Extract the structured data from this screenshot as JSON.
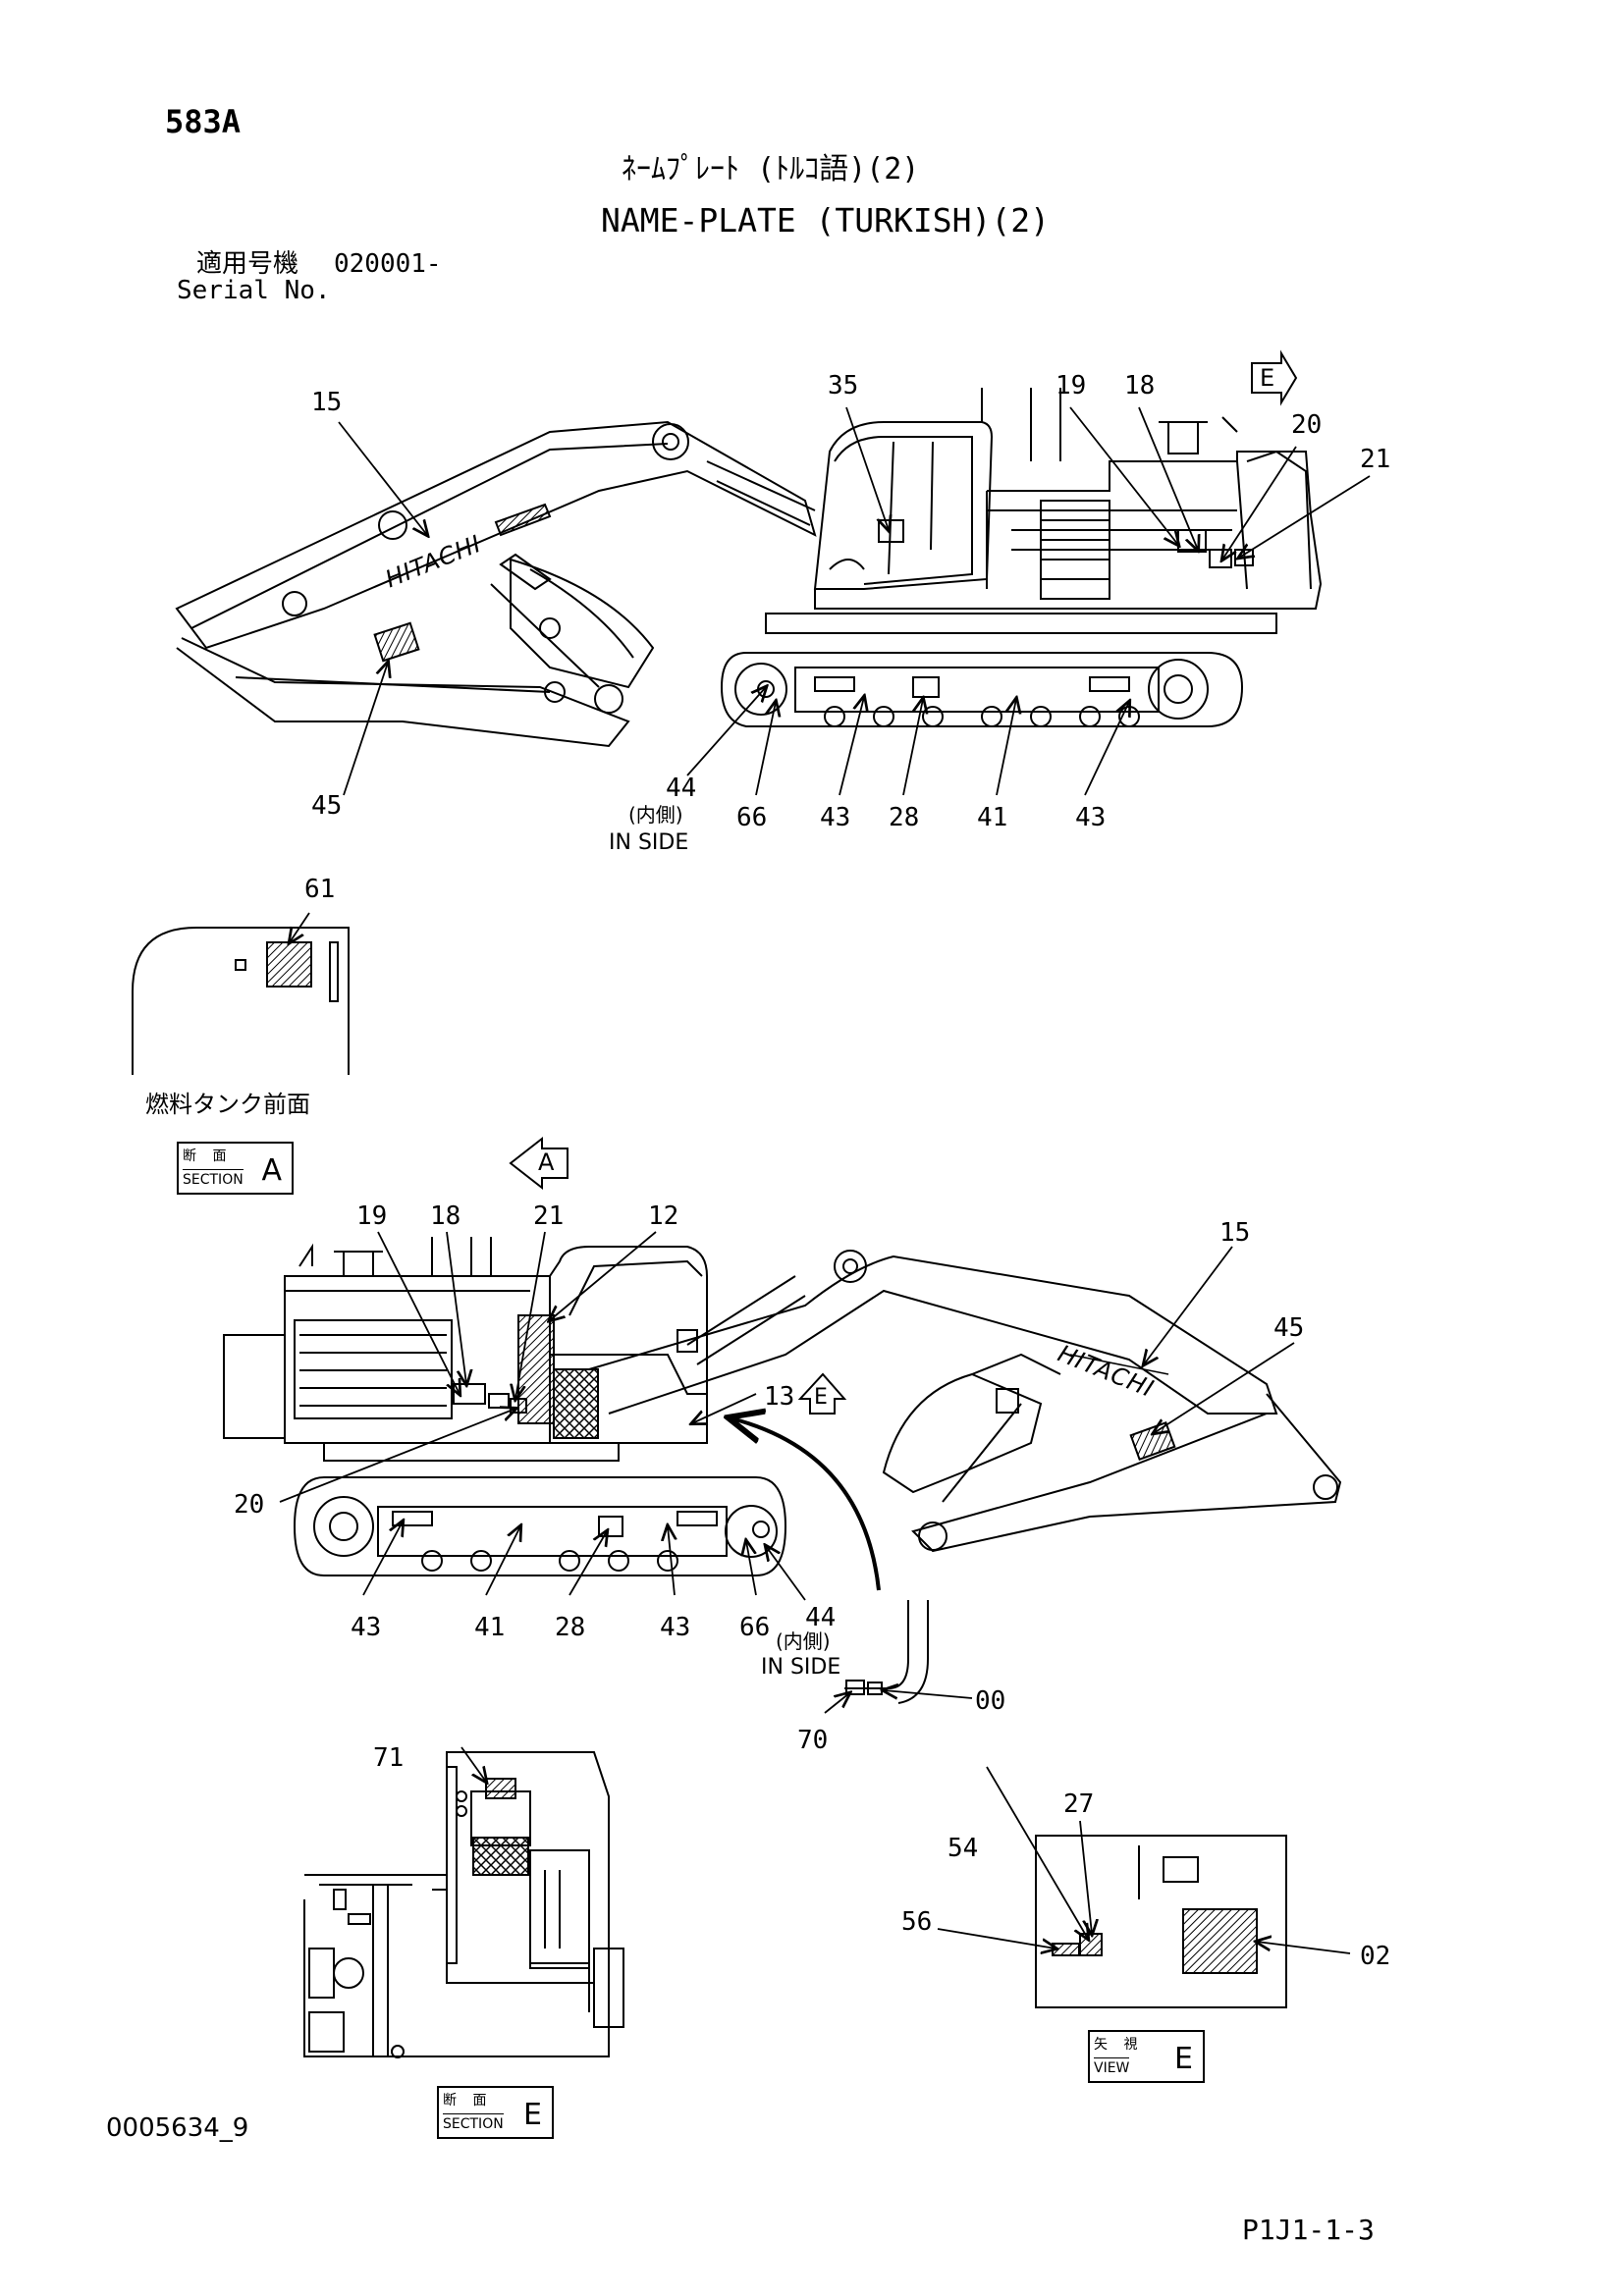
{
  "page_code": "583A",
  "title_jp": "ﾈｰﾑﾌﾟﾚｰﾄ (ﾄﾙｺ語)(2)",
  "title_en": "NAME-PLATE (TURKISH)(2)",
  "serial_label_jp": "適用号機",
  "serial_value": "020001-",
  "serial_label_en": "Serial No.",
  "brand_text": "HITACHI",
  "top_view": {
    "callouts": [
      "15",
      "35",
      "19",
      "18",
      "20",
      "21",
      "45",
      "44",
      "66",
      "43",
      "28",
      "41",
      "43"
    ],
    "inside_jp": "(内側)",
    "inside_en": "IN SIDE",
    "arrow_e": "E"
  },
  "fuel_tank": {
    "callout": "61",
    "caption": "燃料タンク前面",
    "section_jp": "断 面",
    "section_en": "SECTION",
    "section_letter": "A"
  },
  "bottom_view": {
    "arrow_a": "A",
    "callouts": [
      "19",
      "18",
      "21",
      "12",
      "15",
      "45",
      "13",
      "20",
      "43",
      "41",
      "28",
      "43",
      "66",
      "44",
      "00",
      "70"
    ],
    "inside_jp": "(内側)",
    "inside_en": "IN SIDE",
    "arrow_e": "E"
  },
  "section_e": {
    "callout": "71",
    "section_jp": "断 面",
    "section_en": "SECTION",
    "section_letter": "E"
  },
  "view_e": {
    "callouts": [
      "27",
      "54",
      "56",
      "02"
    ],
    "view_jp": "矢 視",
    "view_en": "VIEW",
    "view_letter": "E"
  },
  "doc_number": "0005634_9",
  "page_ref": "P1J1-1-3"
}
